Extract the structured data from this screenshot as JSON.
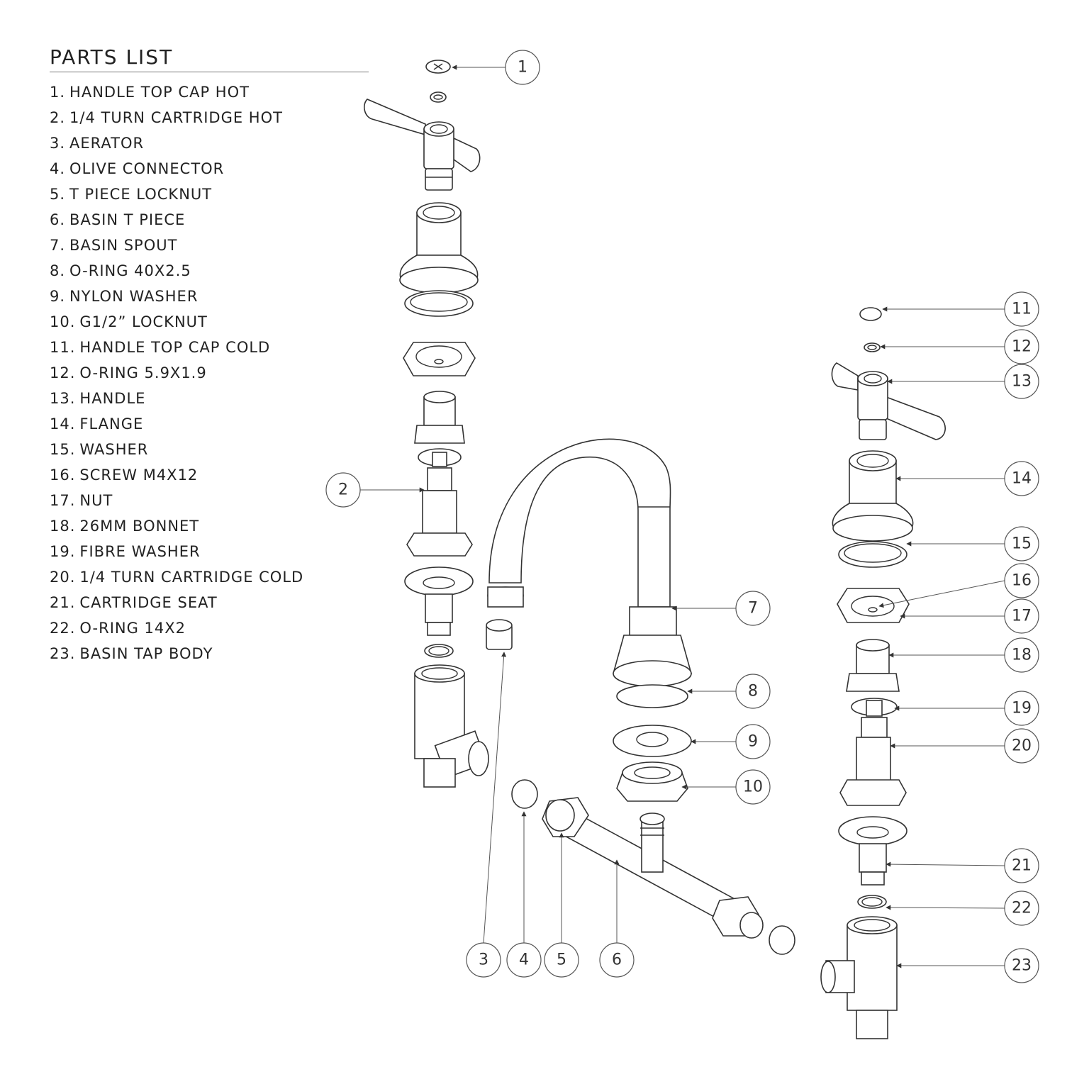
{
  "title": "PARTS LIST",
  "parts": [
    {
      "num": "1.",
      "name": "HANDLE TOP CAP HOT"
    },
    {
      "num": "2.",
      "name": "1/4 TURN CARTRIDGE HOT"
    },
    {
      "num": "3.",
      "name": "AERATOR"
    },
    {
      "num": "4.",
      "name": "OLIVE CONNECTOR"
    },
    {
      "num": "5.",
      "name": "T PIECE LOCKNUT"
    },
    {
      "num": "6.",
      "name": "BASIN T PIECE"
    },
    {
      "num": "7.",
      "name": "BASIN SPOUT"
    },
    {
      "num": "8.",
      "name": "O-RING 40X2.5"
    },
    {
      "num": "9.",
      "name": "NYLON WASHER"
    },
    {
      "num": "10.",
      "name": "G1/2” LOCKNUT"
    },
    {
      "num": "11.",
      "name": "HANDLE TOP CAP COLD"
    },
    {
      "num": "12.",
      "name": "O-RING 5.9X1.9"
    },
    {
      "num": "13.",
      "name": "HANDLE"
    },
    {
      "num": "14.",
      "name": "FLANGE"
    },
    {
      "num": "15.",
      "name": "WASHER"
    },
    {
      "num": "16.",
      "name": "SCREW M4X12"
    },
    {
      "num": "17.",
      "name": "NUT"
    },
    {
      "num": "18.",
      "name": "26MM BONNET"
    },
    {
      "num": "19.",
      "name": "FIBRE WASHER"
    },
    {
      "num": "20.",
      "name": "1/4 TURN CARTRIDGE COLD"
    },
    {
      "num": "21.",
      "name": "CARTRIDGE SEAT"
    },
    {
      "num": "22.",
      "name": "O-RING 14X2"
    },
    {
      "num": "23.",
      "name": "BASIN TAP BODY"
    }
  ],
  "callouts": [
    "1",
    "2",
    "3",
    "4",
    "5",
    "6",
    "7",
    "8",
    "9",
    "10",
    "11",
    "12",
    "13",
    "14",
    "15",
    "16",
    "17",
    "18",
    "19",
    "20",
    "21",
    "22",
    "23"
  ]
}
